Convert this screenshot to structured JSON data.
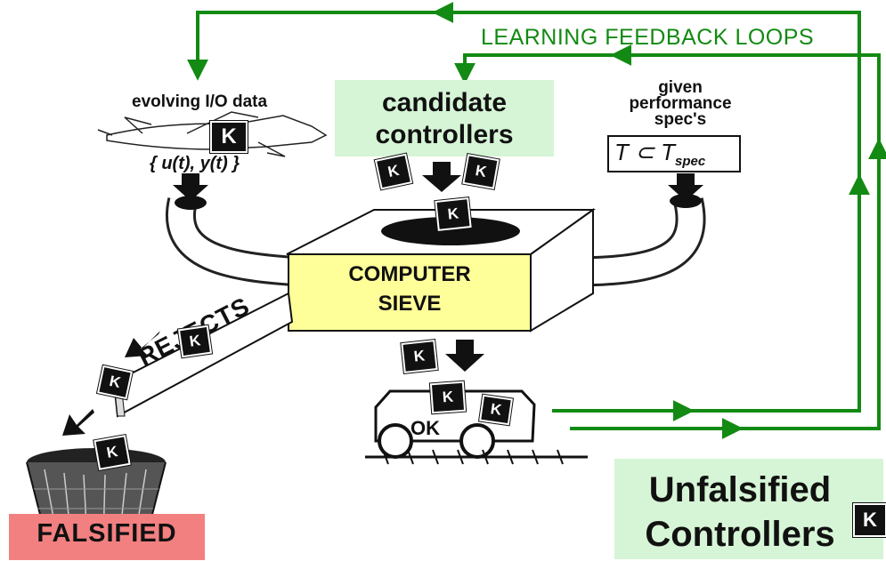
{
  "feedback": {
    "title": "LEARNING FEEDBACK LOOPS"
  },
  "io": {
    "label": "evolving I/O data",
    "signals": "{ u(t), y(t) }"
  },
  "candidates": {
    "line1": "candidate",
    "line2": "controllers"
  },
  "spec": {
    "line1": "given",
    "line2": "performance",
    "line3": "spec's",
    "formula_main": "T ⊂ T",
    "formula_sub": "spec"
  },
  "sieve": {
    "line1": "COMPUTER",
    "line2": "SIEVE"
  },
  "rejects": {
    "label": "REJECTS"
  },
  "cart": {
    "label": "OK"
  },
  "controller_chip": {
    "letter": "K"
  },
  "results": {
    "falsified": "FALSIFIED",
    "unfalsified_line1": "Unfalsified",
    "unfalsified_line2": "Controllers"
  },
  "colors": {
    "feedback_green": "#138a13",
    "candidate_bg": "#d6f5d6",
    "sieve_bg": "#ffff99",
    "falsified_bg": "#f28080",
    "unfalsified_bg": "#d6f5d6"
  }
}
